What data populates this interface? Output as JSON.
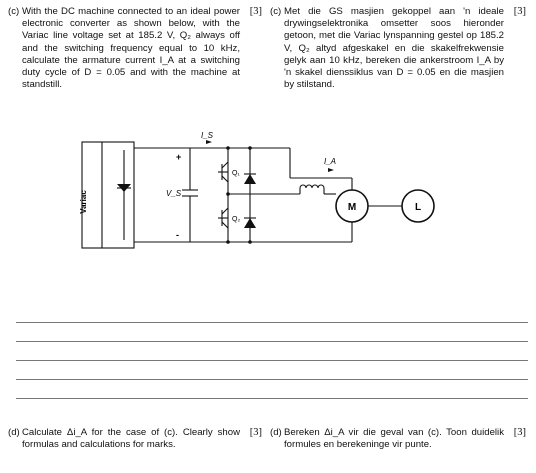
{
  "questions": {
    "c_en": {
      "label": "(c)",
      "mark": "[3]",
      "text": "With the DC machine connected to an ideal power electronic converter as shown below, with the Variac line voltage set at 185.2 V, Q₂ always off and the switching frequency equal to 10 kHz, calculate the armature current I_A at a switching duty cycle of D = 0.05 and with the machine at standstill."
    },
    "c_af": {
      "label": "(c)",
      "mark": "[3]",
      "text": "Met die GS masjien gekoppel aan 'n ideale drywingselektronika omsetter soos hieronder getoon, met die Variac lynspanning gestel op 185.2 V, Q₂ altyd afgeskakel en die skakelfrekwensie gelyk aan 10 kHz, bereken die ankerstroom I_A by 'n skakel dienssiklus van D = 0.05 en die masjien by stilstand."
    },
    "d_en": {
      "label": "(d)",
      "mark": "[3]",
      "text": "Calculate Δi_A for the case of (c). Clearly show formulas and calculations for marks."
    },
    "d_af": {
      "label": "(d)",
      "mark": "[3]",
      "text": "Bereken Δi_A vir die geval van (c). Toon duidelik formules en berekeninge vir punte."
    }
  },
  "circuit": {
    "variac_label": "Variac",
    "is_label": "I_S",
    "vs_label": "V_S",
    "plus": "+",
    "minus": "-",
    "q1_label": "Q₁",
    "q2_label": "Q₂",
    "ia_label": "I_A",
    "motor_label": "M",
    "load_label": "L"
  },
  "answer_lines": 5
}
